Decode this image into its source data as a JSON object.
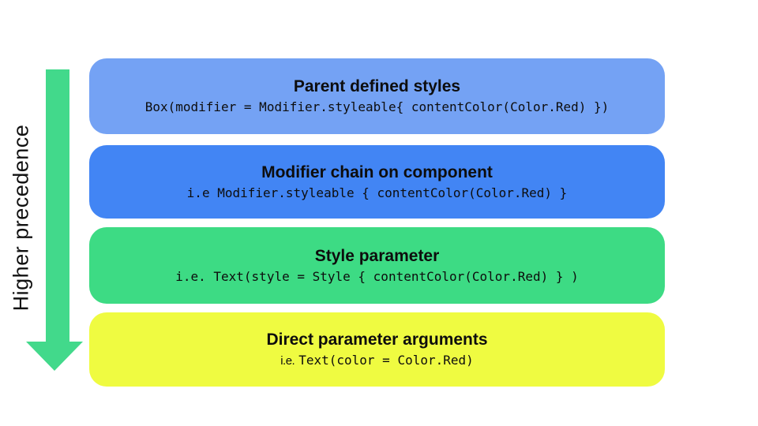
{
  "figure": {
    "background": "#ffffff",
    "text_color": "#0d0d0d"
  },
  "arrow": {
    "label": "Higher precedence",
    "color": "#42D98B"
  },
  "boxes": [
    {
      "title": "Parent defined styles",
      "prefix": "",
      "code": "Box(modifier = Modifier.styleable{ contentColor(Color.Red) })",
      "color": "#74A2F4"
    },
    {
      "title": "Modifier chain on component",
      "prefix": "",
      "code": "i.e Modifier.styleable { contentColor(Color.Red) }",
      "color": "#4285F4"
    },
    {
      "title": "Style parameter",
      "prefix": "",
      "code": "i.e. Text(style = Style { contentColor(Color.Red) } )",
      "color": "#3DDB84"
    },
    {
      "title": "Direct parameter arguments",
      "prefix": "i.e.",
      "code": "Text(color = Color.Red)",
      "color": "#EFFB41"
    }
  ]
}
